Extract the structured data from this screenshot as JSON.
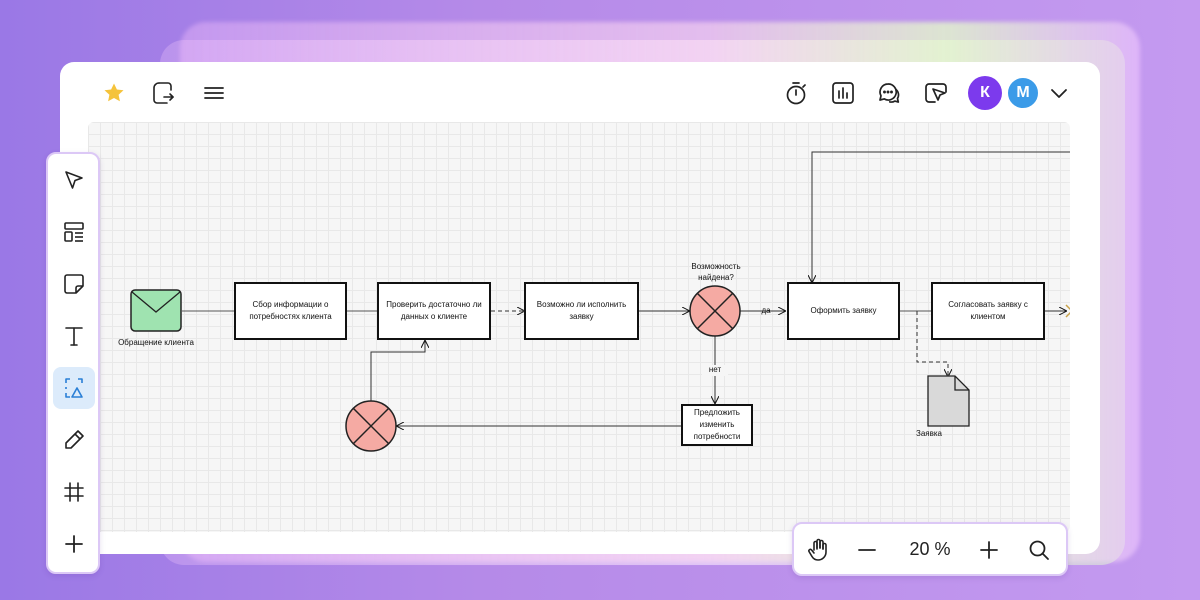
{
  "header": {
    "avatars": [
      {
        "initial": "К",
        "color": "#7c3aed"
      },
      {
        "initial": "М",
        "color": "#3b9be8"
      }
    ]
  },
  "icons": {
    "top_left": [
      "star-icon",
      "share-icon",
      "menu-icon"
    ],
    "top_right": [
      "timer-icon",
      "chart-icon",
      "comments-icon",
      "presentation-icon",
      "chevron-down-icon"
    ],
    "tools": [
      "cursor-icon",
      "templates-icon",
      "sticky-note-icon",
      "text-icon",
      "shapes-icon",
      "pen-icon",
      "frame-icon",
      "plus-icon"
    ]
  },
  "toolbar": {
    "active_tool": "shapes"
  },
  "zoom": {
    "value": "20 %"
  },
  "diagram": {
    "start_event_label": "Обращение клиента",
    "task_collect": "Сбор информации о потребностях клиента",
    "task_check": "Проверить достаточно ли данных о клиенте",
    "task_possible": "Возможно ли исполнить заявку",
    "gateway_label": "Возможность найдена?",
    "flow_yes": "да",
    "flow_no": "нет",
    "task_offer": "Предложить изменить потребности",
    "task_form": "Оформить заявку",
    "task_agree": "Согласовать заявку с клиентом",
    "document_label": "Заявка"
  },
  "colors": {
    "accent_active": "#dcebfb",
    "gateway_fill": "#f5aaa3",
    "event_fill": "#9fe3b0",
    "star": "#f5c33b"
  }
}
